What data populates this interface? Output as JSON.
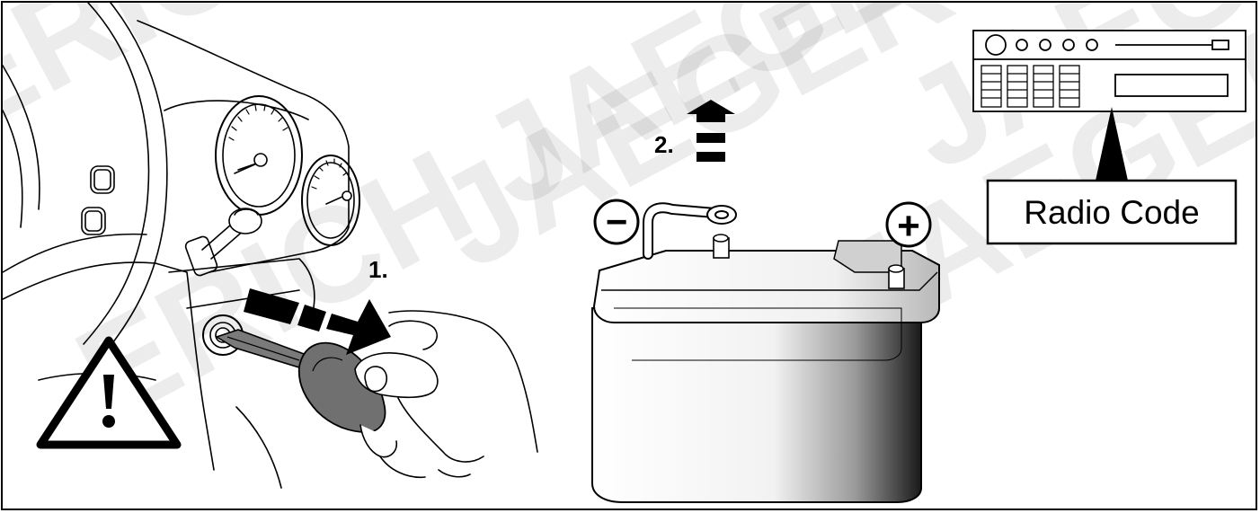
{
  "steps": {
    "step1_label": "1.",
    "step2_label": "2."
  },
  "radio": {
    "code_label": "Radio Code"
  },
  "battery": {
    "negative_symbol": "−",
    "positive_symbol": "+"
  },
  "watermark": {
    "text_a": "ERICH JAEGER",
    "text_b": "JAEGER"
  },
  "icons": [
    "warning-triangle-icon",
    "steering-wheel-icon",
    "ignition-key-icon",
    "hand-icon",
    "turn-arrow-icon",
    "up-arrow-icon",
    "battery-icon",
    "radio-icon"
  ],
  "colors": {
    "ink": "#000000",
    "paper": "#ffffff",
    "key_gray": "#666666"
  }
}
